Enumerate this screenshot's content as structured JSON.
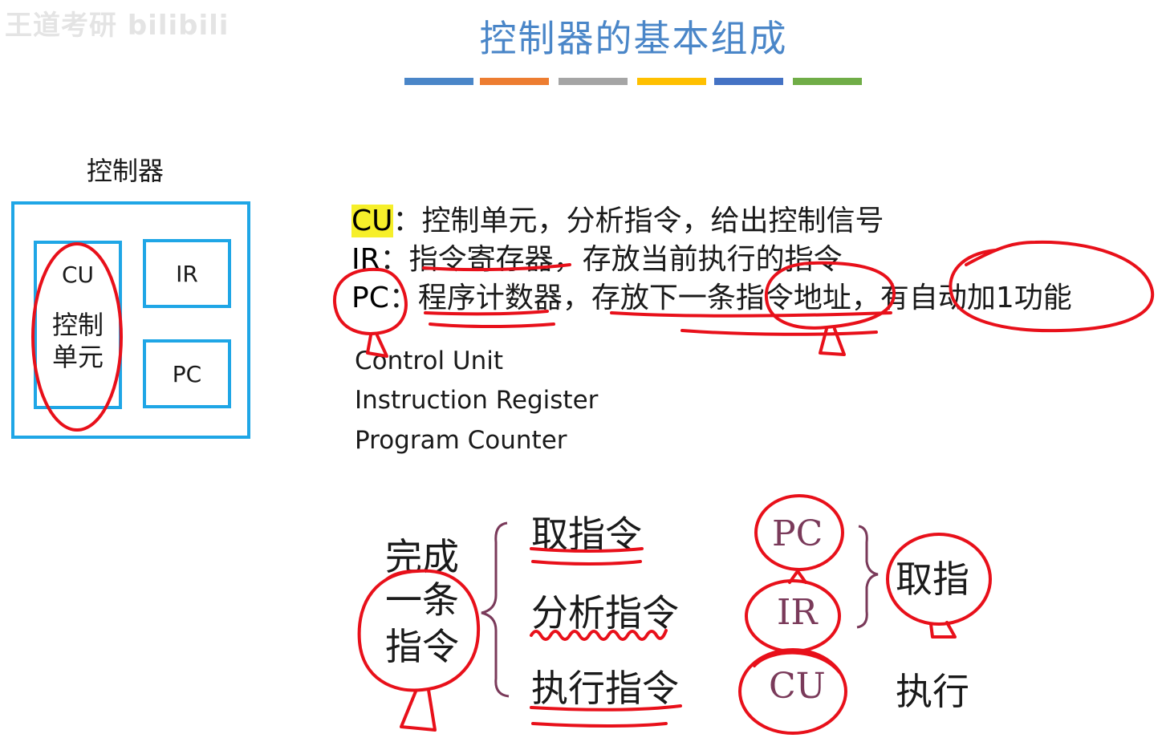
{
  "watermark": "王道考研 bilibili",
  "title": "控制器的基本组成",
  "title_bar_colors": [
    "#4a86c8",
    "#ed7d31",
    "#a5a5a5",
    "#ffc000",
    "#4472c4",
    "#70ad47"
  ],
  "diagram": {
    "label": "控制器",
    "cu_abbr": "CU",
    "cu_name": "控制单元",
    "ir": "IR",
    "pc": "PC",
    "border_color": "#1fa6e6"
  },
  "definitions": [
    {
      "key": "CU",
      "sep": "：",
      "text": "控制单元，分析指令，给出控制信号"
    },
    {
      "key": "IR",
      "sep": "：",
      "text": "指令寄存器，存放当前执行的指令"
    },
    {
      "key": "PC",
      "sep": "：",
      "text": "程序计数器，存放下一条指令地址，有自动加1功能"
    }
  ],
  "english": [
    "Control Unit",
    "Instruction Register",
    "Program Counter"
  ],
  "steps": {
    "lead": [
      "完成",
      "一条",
      "指令"
    ],
    "items": [
      "取指令",
      "分析指令",
      "执行指令"
    ]
  },
  "registers": [
    "PC",
    "IR",
    "CU"
  ],
  "phases": {
    "fetch": "取指",
    "execute": "执行"
  },
  "colors": {
    "annotation": "#e8101a",
    "brace": "#7a3a5a",
    "highlight": "#f6ef2a",
    "title": "#4a86c8"
  }
}
